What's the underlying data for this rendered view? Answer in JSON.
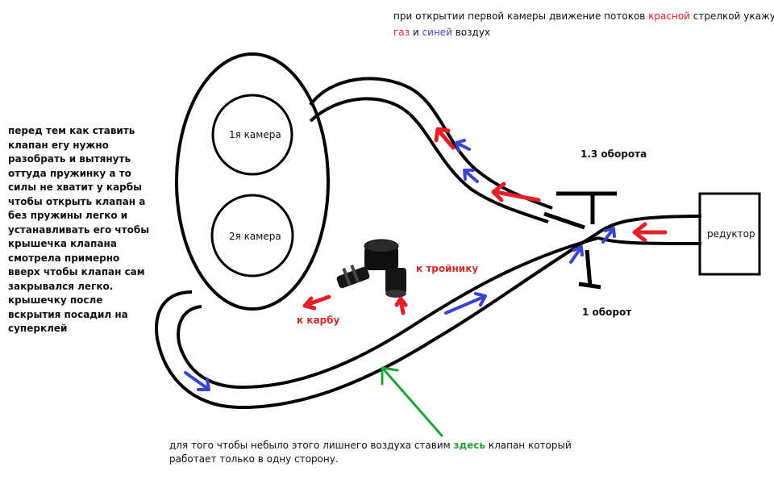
{
  "header": {
    "line1_part1": "при открытии первой камеры движение потоков ",
    "line1_red": "красной",
    "line1_part2": " стрелкой укажу",
    "line2_red": "газ",
    "line2_mid": " и ",
    "line2_blue": "синей",
    "line2_end": " воздух"
  },
  "left_note": "перед тем как ставить\nклапан егу нужно\nразобрать и вытянуть\nоттуда пружинку а то\nсилы не хватит у карбы\nчтобы открыть клапан а\nбез пружины легко и\nустанавливать его чтобы\nкрышечка клапана\nсмотрела примерно\nвверх чтобы клапан сам\nзакрывался легко.\nкрышечку после\nвскрытия посадил на\nсуперклей",
  "labels": {
    "chamber1": "1я камера",
    "chamber2": "2я камера",
    "turns_1_3": "1.3 оборота",
    "turns_1": "1 оборот",
    "reducer": "редуктор",
    "to_tee": "к тройнику",
    "to_carb": "к карбу"
  },
  "bottom_note": {
    "part1": "для того чтобы небыло этого лишнего воздуха ставим ",
    "green": "здесь",
    "part2": " клапан который",
    "line2": "работает только в одну сторону."
  },
  "colors": {
    "gas_arrow": "#e4202a",
    "air_arrow": "#3a45c8",
    "pointer_arrow": "#22a03a",
    "outline": "#000000"
  }
}
